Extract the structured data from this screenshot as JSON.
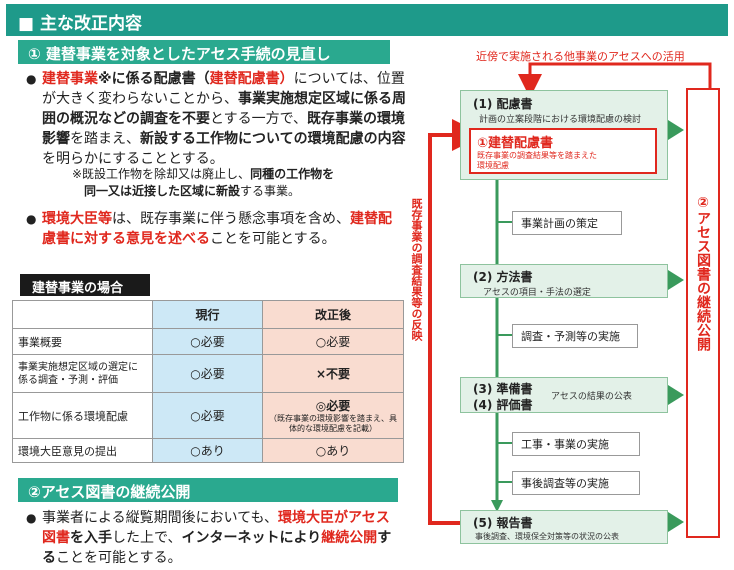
{
  "header": {
    "title": "■ 主な改正内容"
  },
  "section1": {
    "title": "① 建替事業を対象としたアセス手続の見直し",
    "bullet1": {
      "p1_red1": "建替事業",
      "p1_b1": "※に係る配慮書（",
      "p1_red2": "建替配慮書）",
      "p1_t1": "については、位置が大きく変わらないことから、",
      "p1_b2": "事業実施想定区域に係る周囲の概況などの調査を不要",
      "p1_t2": "とする一方で、",
      "p1_b3": "既存事業の環境影響",
      "p1_t3": "を踏まえ、",
      "p1_b4": "新設する工作物についての環境配慮の内容",
      "p1_t4": "を明らかにすることとする。"
    },
    "note": {
      "n1": "※既設工作物を除却又は廃止し、",
      "n2": "同種の工作物を",
      "n3": "同一又は近接した区域に",
      "n4": "新設",
      "n5": "する事業。"
    },
    "bullet2": {
      "red1": "環境大臣等",
      "t1": "は、既存事業に伴う懸念事項を含め、",
      "red2": "建替配慮書に対する意見を述べる",
      "t2": "ことを可能とする。"
    }
  },
  "table": {
    "tag": "建替事業の場合",
    "headers": [
      "",
      "現行",
      "改正後"
    ],
    "rows": [
      {
        "label": "事業概要",
        "current": "○必要",
        "new": "○必要",
        "new_note": ""
      },
      {
        "label": "事業実施想定区域の選定に係る調査・予測・評価",
        "current": "○必要",
        "new": "×不要",
        "new_note": ""
      },
      {
        "label": "工作物に係る環境配慮",
        "current": "○必要",
        "new": "◎必要",
        "new_note": "（既存事業の環境影響を踏まえ、具体的な環境配慮を記載）"
      },
      {
        "label": "環境大臣意見の提出",
        "current": "○あり",
        "new": "○あり",
        "new_note": ""
      }
    ]
  },
  "section2": {
    "title": "②アセス図書の継続公開",
    "t1": "事業者による縦覧期間後においても、",
    "red1": "環境大臣が",
    "red2": "アセス図書",
    "b1": "を入手",
    "t2": "した上で、",
    "b2": "インターネットにより",
    "red3": "継続公開",
    "b3": "する",
    "t3": "ことを可能とする。"
  },
  "flow": {
    "top_label": "近傍で実施される他事業のアセスへの活用",
    "left_vertical": "既存事業の調査結果等の反映",
    "right_vertical": "②アセス図書の継続公開",
    "box1": {
      "title": "(1) 配慮書",
      "sub": "計画の立案段階における環境配慮の検討"
    },
    "box1_inner": {
      "title": "①建替配慮書",
      "sub1": "既存事業の調査結果等を踏まえた",
      "sub2": "環境配慮"
    },
    "step_plan": "事業計画の策定",
    "box2": {
      "title": "(2) 方法書",
      "sub": "アセスの項目・手法の選定"
    },
    "step_survey": "調査・予測等の実施",
    "box3": {
      "title1": "(3) 準備書",
      "title2": "(4) 評価書",
      "sub": "アセスの結果の公表"
    },
    "step_construct": "工事・事業の実施",
    "step_post": "事後調査等の実施",
    "box5": {
      "title": "(5) 報告書",
      "sub": "事後調査、環境保全対策等の状況の公表"
    }
  }
}
